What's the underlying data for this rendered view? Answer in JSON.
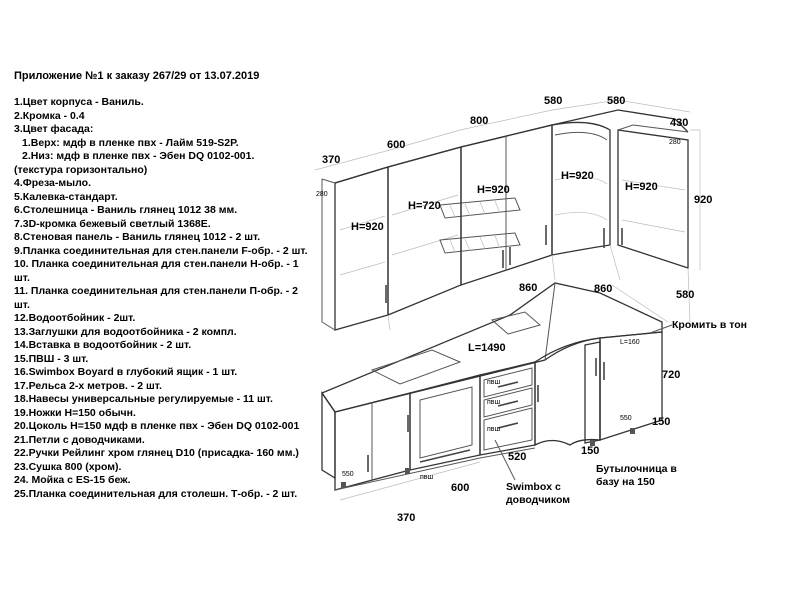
{
  "header": "Приложение №1 к заказу 267/29 от 13.07.2019",
  "spec": [
    "1.Цвет корпуса - Ваниль.",
    "2.Кромка - 0.4",
    "3.Цвет фасада:",
    "1.Верх: мдф в пленке пвх - Лайм 519-S2P.",
    "2.Низ: мдф в пленке пвх - Эбен DQ 0102-001.",
    "(текстура горизонтально)",
    "4.Фреза-мыло.",
    "5.Калевка-стандарт.",
    "6.Столешница - Ваниль глянец 1012 38 мм.",
    "7.3D-кромка бежевый светлый 1368E.",
    "8.Стеновая панель - Ваниль глянец 1012 - 2 шт.",
    "9.Планка соединительная для стен.панели F-обр. - 2 шт.",
    "10. Планка соединительная для стен.панели Н-обр. - 1 шт.",
    "11. Планка соединительная для стен.панели П-обр. - 2 шт.",
    "12.Водоотбойник - 2шт.",
    "13.Заглушки для водоотбойника - 2 компл.",
    "14.Вставка в водоотбойник - 2 шт.",
    "15.ПВШ - 3 шт.",
    "16.Swimbox Boyard в глубокий ящик - 1 шт.",
    "17.Рельса 2-х метров. - 2 шт.",
    "18.Навесы универсальные регулируемые - 11 шт.",
    "19.Ножки Н=150 обычн.",
    "20.Цоколь Н=150 мдф в пленке пвх - Эбен DQ 0102-001",
    "21.Петли с доводчиками.",
    "22.Ручки Рейлинг хром глянец D10 (присадка- 160 мм.)",
    "23.Сушка 800 (хром).",
    "24. Мойка с ES-15 беж.",
    "25.Планка соединительная для столешн. Т-обр. - 2 шт."
  ],
  "drawing": {
    "dims_top": [
      "370",
      "600",
      "800",
      "580",
      "580",
      "430"
    ],
    "heights": [
      "H=920",
      "H=720",
      "H=920",
      "H=920",
      "H=920"
    ],
    "right_920": "920",
    "small_280_left": "280",
    "small_280_right": "280",
    "counter_860_a": "860",
    "counter_860_b": "860",
    "right_580": "580",
    "right_720": "720",
    "right_150": "150",
    "l1490": "L=1490",
    "l160": "L=160",
    "pvsh_1": "пвш",
    "pvsh_2": "пвш",
    "pvsh_3": "пвш",
    "pvsh_4": "пвш",
    "d520": "520",
    "d150_bottom": "150",
    "d600_bottom": "600",
    "d370_bottom": "370",
    "s550_left": "550",
    "s550_right": "550",
    "note_kromit": "Кромить в тон",
    "note_swimbox": [
      "Swimbox с",
      "доводчиком"
    ],
    "note_bottle": [
      "Бутылочница в",
      "базу на 150"
    ]
  }
}
